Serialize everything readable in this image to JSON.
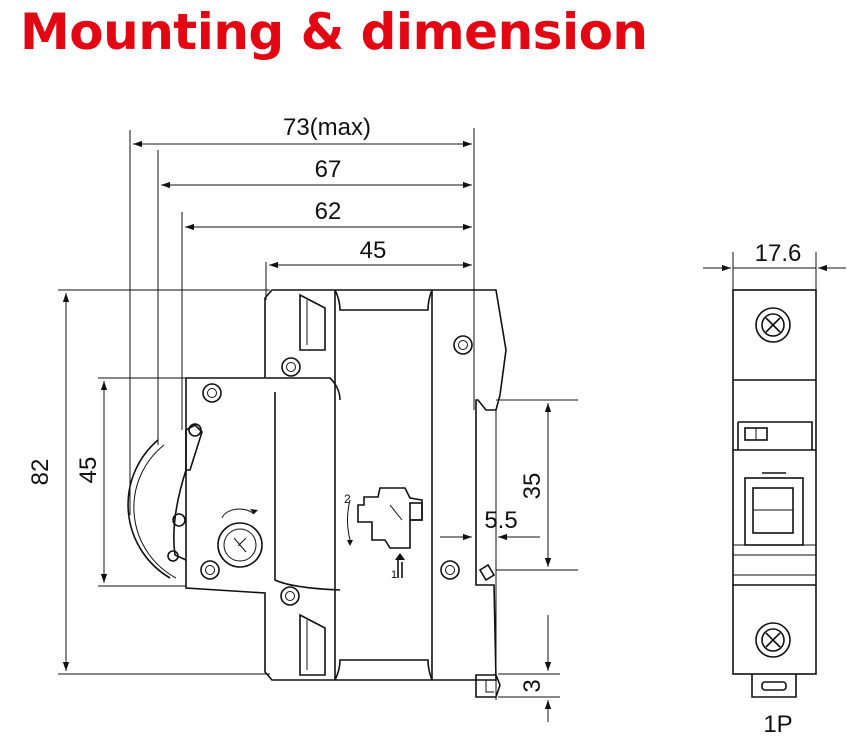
{
  "title": "Mounting & dimension",
  "colors": {
    "title": "#e30613",
    "lines": "#111111",
    "background": "#ffffff"
  },
  "side_view": {
    "dim_73": "73(max)",
    "dim_67": "67",
    "dim_62": "62",
    "dim_45_top": "45",
    "dim_82": "82",
    "dim_45_left": "45",
    "dim_35": "35",
    "dim_5_5": "5.5",
    "dim_3": "3"
  },
  "front_view": {
    "dim_17_6": "17.6",
    "label": "1P"
  }
}
